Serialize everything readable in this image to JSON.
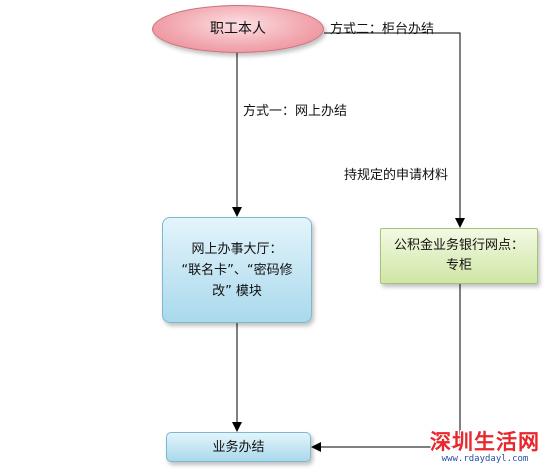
{
  "nodes": {
    "start": "职工本人",
    "online_line1": "网上办事大厅：",
    "online_line2": "“联名卡”、“密码修",
    "online_line3": "改” 模块",
    "counter_line1": "公积金业务银行网点：",
    "counter_line2": "专柜",
    "done": "业务办结"
  },
  "edges": {
    "method_online": "方式一：网上办结",
    "method_counter": "方式二：柜台办结",
    "materials": "持规定的申请材料"
  },
  "watermark": {
    "main": "深圳生活网",
    "sub": "www.rdaydayl.com"
  },
  "colors": {
    "start_fill": "#f2a9b1",
    "online_fill": "#a9d9ec",
    "counter_fill": "#cfe6a5",
    "watermark_red": "#e8262d"
  }
}
